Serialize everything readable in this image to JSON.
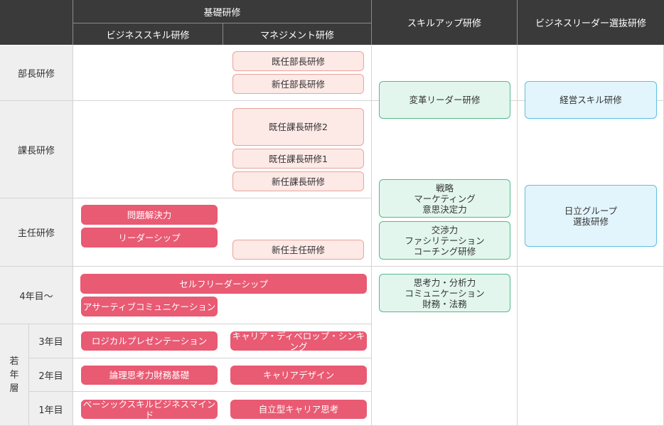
{
  "header": {
    "kiso": "基礎研修",
    "business_skill": "ビジネススキル研修",
    "management": "マネジメント研修",
    "skill_up": "スキルアップ研修",
    "leader": "ビジネスリーダー選抜研修"
  },
  "rows": {
    "bucho": "部長研修",
    "kacho": "課長研修",
    "shunin": "主任研修",
    "yonen": "4年目〜",
    "wakate": "若\n年\n層",
    "sannen": "3年目",
    "ninen": "2年目",
    "ichinen": "1年目"
  },
  "boxes": {
    "kinin_bucho": "既任部長研修",
    "shinnin_bucho": "新任部長研修",
    "kinin_kacho2": "既任課長研修2",
    "kinin_kacho1": "既任課長研修1",
    "shinnin_kacho": "新任課長研修",
    "shinnin_shunin": "新任主任研修",
    "mondai": "問題解決力",
    "leadership": "リーダーシップ",
    "self_leadership": "セルフリーダーシップ",
    "assertive": "アサーティブコミュニケーション",
    "logical": "ロジカルプレゼンテーション",
    "career_develop": "キャリア・ディベロップ・シンキング",
    "ronri": "論理思考力財務基礎",
    "career_design": "キャリアデザイン",
    "basic": "ベーシックスキルビジネスマインド",
    "jiritsu": "自立型キャリア思考",
    "henkaku": "変革リーダー研修",
    "senryaku": "戦略\nマーケティング\n意思決定力",
    "kosho": "交渉力\nファシリテーション\nコーチング研修",
    "shiko": "思考力・分析力\nコミュニケーション\n財務・法務",
    "keiei": "経営スキル研修",
    "hitachi": "日立グループ\n選抜研修"
  },
  "colors": {
    "header_bg": "#3a3a3a",
    "row_label_bg": "#efefef",
    "red_box": "#e95a73",
    "pink_box": "#fde9e6",
    "pink_border": "#e8a49c",
    "green_box": "#e3f6ee",
    "green_border": "#56b98a",
    "blue_box": "#e3f5fc",
    "blue_border": "#5bc0e0"
  }
}
